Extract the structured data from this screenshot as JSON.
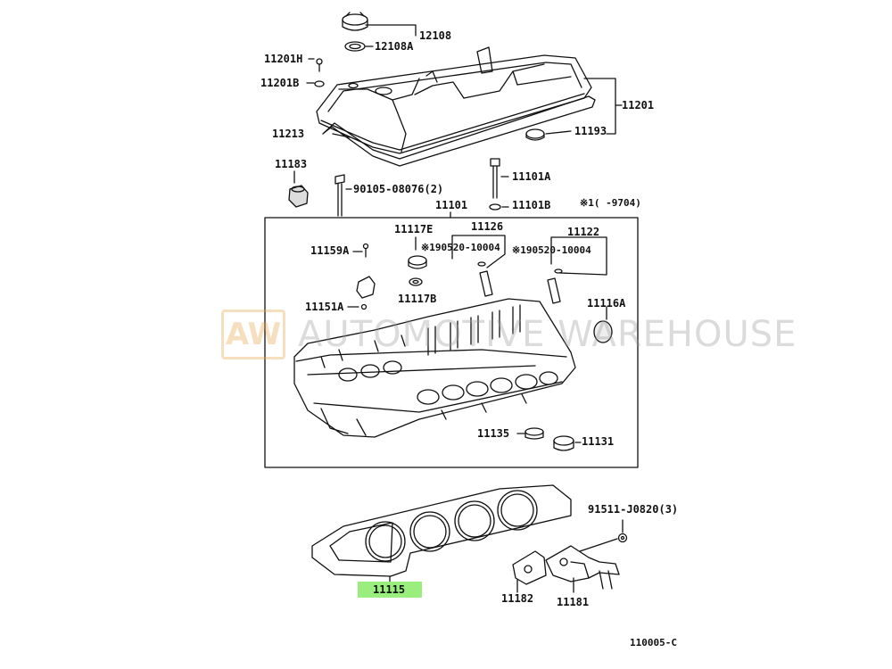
{
  "watermark": {
    "logo_text": "AW",
    "text": "AUTOMOTIVE WAREHOUSE",
    "logo_color": "#e8a64a"
  },
  "highlight": {
    "color": "#99ee7e",
    "part_number": "11115"
  },
  "labels": {
    "p12108": "12108",
    "p12108a": "12108A",
    "p11201h": "11201H",
    "p11201b": "11201B",
    "p11201": "11201",
    "p11213": "11213",
    "p11193": "11193",
    "p11183": "11183",
    "p90105": "90105-08076(2)",
    "p11101a": "11101A",
    "p11101b": "11101B",
    "note_9704": "※1(   -9704)",
    "p11101": "11101",
    "p11117e": "11117E",
    "p11126": "11126",
    "p11122": "11122",
    "p90520_left": "※190520-10004",
    "p90520_right": "※190520-10004",
    "p11159a": "11159A",
    "p11117b": "11117B",
    "p11151a": "11151A",
    "p11116a": "11116A",
    "p11135": "11135",
    "p11131": "11131",
    "p91511": "91511-J0820(3)",
    "p11182": "11182",
    "p11181": "11181",
    "diagram_ref": "110005-C"
  }
}
